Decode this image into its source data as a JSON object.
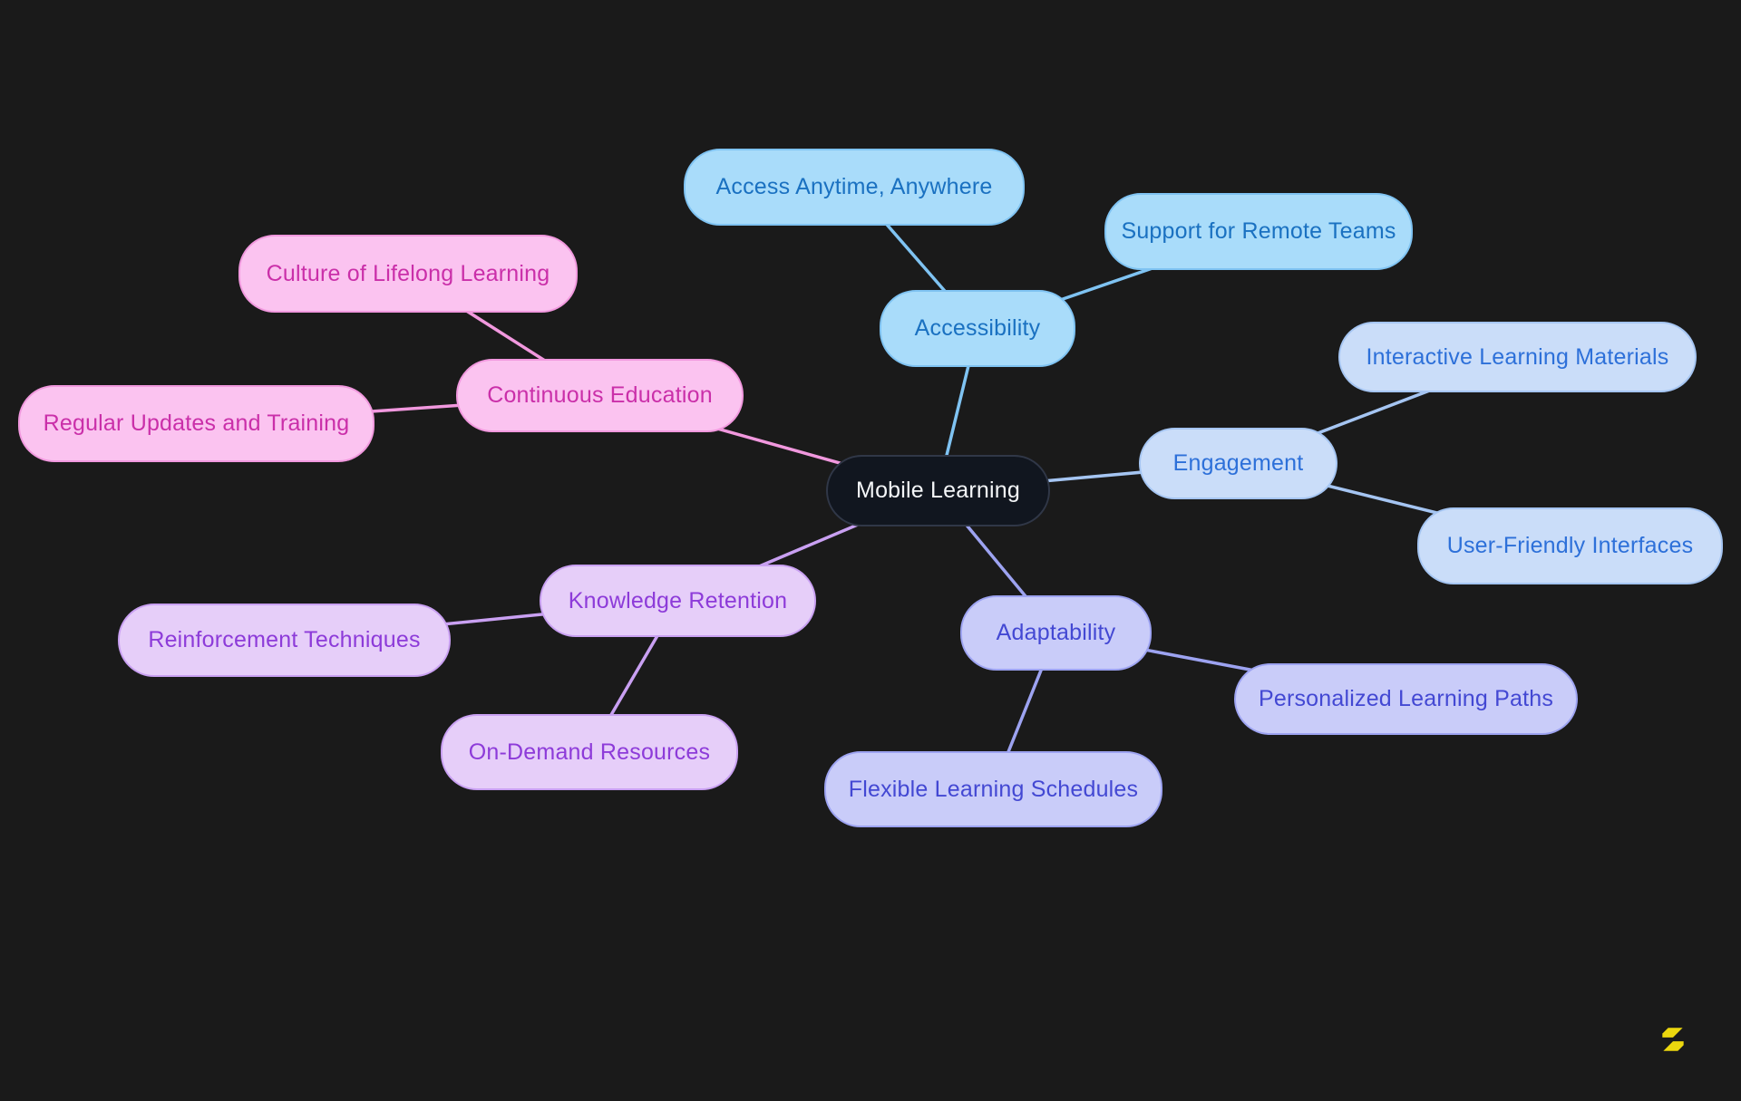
{
  "background": "#1a1a1a",
  "nodes": [
    {
      "id": "mobile-learning",
      "label": "Mobile Learning",
      "branch": "center"
    },
    {
      "id": "accessibility",
      "label": "Accessibility",
      "branch": "accessibility"
    },
    {
      "id": "access-anytime",
      "label": "Access Anytime, Anywhere",
      "branch": "accessibility"
    },
    {
      "id": "support-remote",
      "label": "Support for Remote Teams",
      "branch": "accessibility"
    },
    {
      "id": "engagement",
      "label": "Engagement",
      "branch": "engagement"
    },
    {
      "id": "interactive-materials",
      "label": "Interactive Learning Materials",
      "branch": "engagement"
    },
    {
      "id": "user-friendly",
      "label": "User-Friendly Interfaces",
      "branch": "engagement"
    },
    {
      "id": "adaptability",
      "label": "Adaptability",
      "branch": "adaptability"
    },
    {
      "id": "personalized-paths",
      "label": "Personalized Learning Paths",
      "branch": "adaptability"
    },
    {
      "id": "flexible-schedules",
      "label": "Flexible Learning Schedules",
      "branch": "adaptability"
    },
    {
      "id": "knowledge-retention",
      "label": "Knowledge Retention",
      "branch": "knowledge"
    },
    {
      "id": "reinforcement",
      "label": "Reinforcement Techniques",
      "branch": "knowledge"
    },
    {
      "id": "on-demand",
      "label": "On-Demand Resources",
      "branch": "knowledge"
    },
    {
      "id": "continuous-education",
      "label": "Continuous Education",
      "branch": "continuous"
    },
    {
      "id": "culture-lifelong",
      "label": "Culture of Lifelong Learning",
      "branch": "continuous"
    },
    {
      "id": "regular-updates",
      "label": "Regular Updates and Training",
      "branch": "continuous"
    }
  ],
  "branches": {
    "center": {
      "fill": "#11161f",
      "border": "#303747",
      "text": "#f4f6f8",
      "edge": "#303747"
    },
    "accessibility": {
      "fill": "#a9dcfa",
      "border": "#7fc3f2",
      "text": "#1a71c1",
      "edge": "#7fc3f2"
    },
    "engagement": {
      "fill": "#caddf9",
      "border": "#a5c5f2",
      "text": "#2d70d9",
      "edge": "#a5c5f2"
    },
    "adaptability": {
      "fill": "#c9ccf9",
      "border": "#9da3f1",
      "text": "#4348d3",
      "edge": "#9da3f1"
    },
    "knowledge": {
      "fill": "#e6cef9",
      "border": "#c9a0f2",
      "text": "#8d3bd9",
      "edge": "#c9a0f2"
    },
    "continuous": {
      "fill": "#fbc3f0",
      "border": "#f198de",
      "text": "#ca2fa9",
      "edge": "#f198de"
    }
  },
  "edges": [
    [
      "mobile-learning",
      "accessibility"
    ],
    [
      "accessibility",
      "access-anytime"
    ],
    [
      "accessibility",
      "support-remote"
    ],
    [
      "mobile-learning",
      "engagement"
    ],
    [
      "engagement",
      "interactive-materials"
    ],
    [
      "engagement",
      "user-friendly"
    ],
    [
      "mobile-learning",
      "adaptability"
    ],
    [
      "adaptability",
      "personalized-paths"
    ],
    [
      "adaptability",
      "flexible-schedules"
    ],
    [
      "mobile-learning",
      "knowledge-retention"
    ],
    [
      "knowledge-retention",
      "reinforcement"
    ],
    [
      "knowledge-retention",
      "on-demand"
    ],
    [
      "mobile-learning",
      "continuous-education"
    ],
    [
      "continuous-education",
      "culture-lifelong"
    ],
    [
      "continuous-education",
      "regular-updates"
    ]
  ],
  "edge_stroke_width": 3.5,
  "logo": {
    "color": "#ecd70e"
  }
}
